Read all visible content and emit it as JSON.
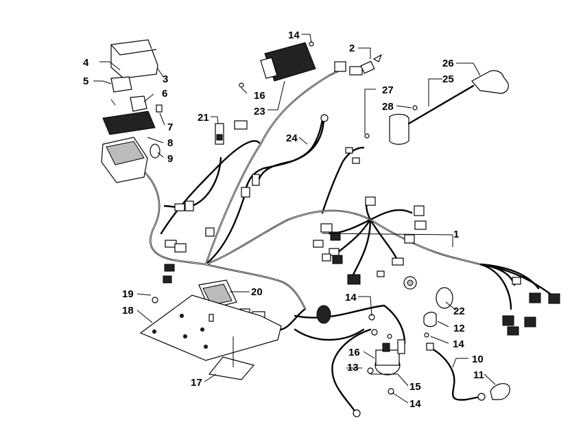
{
  "callouts": {
    "c1": "1",
    "c2": "2",
    "c3": "3",
    "c4": "4",
    "c5": "5",
    "c6": "6",
    "c7": "7",
    "c8": "8",
    "c9": "9",
    "c10": "10",
    "c11": "11",
    "c12": "12",
    "c13": "13",
    "c14a": "14",
    "c14b": "14",
    "c14c": "14",
    "c14d": "14",
    "c15": "15",
    "c16a": "16",
    "c16b": "16",
    "c17": "17",
    "c18": "18",
    "c19": "19",
    "c20": "20",
    "c21": "21",
    "c22": "22",
    "c23": "23",
    "c24": "24",
    "c25": "25",
    "c26": "26",
    "c27": "27",
    "c28": "28"
  },
  "colors": {
    "line": "#000000",
    "background": "#ffffff"
  }
}
